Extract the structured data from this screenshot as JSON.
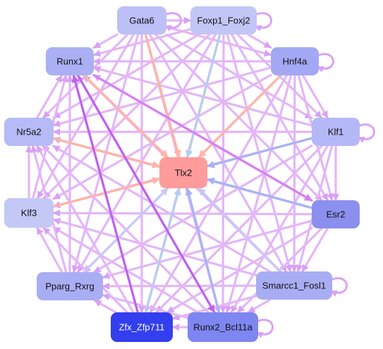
{
  "diagram": {
    "type": "gene-regulatory-network",
    "center": "Tlx2",
    "nodes": [
      {
        "id": "Tlx2",
        "label": "Tlx2",
        "color": "#ff9b9b",
        "ring": false
      },
      {
        "id": "Gata6",
        "label": "Gata6",
        "color": "#bcc0f6",
        "ring": true
      },
      {
        "id": "Foxp1_Foxj2",
        "label": "Foxp1_Foxj2",
        "color": "#c2c6f6",
        "ring": true
      },
      {
        "id": "Hnf4a",
        "label": "Hnf4a",
        "color": "#a3a8f4",
        "ring": true
      },
      {
        "id": "Klf1",
        "label": "Klf1",
        "color": "#b4b8f6",
        "ring": true
      },
      {
        "id": "Esr2",
        "label": "Esr2",
        "color": "#8b90ee",
        "ring": true
      },
      {
        "id": "Smarcc1_Fosl1",
        "label": "Smarcc1_Fosl1",
        "color": "#a8adf3",
        "ring": true
      },
      {
        "id": "Runx2_Bcl11a",
        "label": "Runx2_Bcl11a",
        "color": "#7e86f2",
        "ring": true
      },
      {
        "id": "Zfx_Zfp711",
        "label": "Zfx_Zfp711",
        "color": "#333fee",
        "ring": true
      },
      {
        "id": "Pparg_Rxrg",
        "label": "Pparg_Rxrg",
        "color": "#a9adf3",
        "ring": true
      },
      {
        "id": "Klf3",
        "label": "Klf3",
        "color": "#c4c8f6",
        "ring": true
      },
      {
        "id": "Nr5a2",
        "label": "Nr5a2",
        "color": "#b6baf6",
        "ring": true
      },
      {
        "id": "Runx1",
        "label": "Runx1",
        "color": "#aab0f3",
        "ring": true
      }
    ],
    "highlight_edges": [
      {
        "from": "Runx1",
        "to": "Tlx2",
        "color": "#ffb4a4"
      },
      {
        "from": "Nr5a2",
        "to": "Tlx2",
        "color": "#ffb4a4"
      },
      {
        "from": "Klf3",
        "to": "Tlx2",
        "color": "#ffb4a4"
      },
      {
        "from": "Hnf4a",
        "to": "Tlx2",
        "color": "#ffb4a4"
      },
      {
        "from": "Foxp1_Foxj2",
        "to": "Tlx2",
        "color": "#b6cdf0"
      },
      {
        "from": "Gata6",
        "to": "Tlx2",
        "color": "#ffb4a4"
      },
      {
        "from": "Esr2",
        "to": "Tlx2",
        "color": "#a8b4f2"
      },
      {
        "from": "Klf1",
        "to": "Tlx2",
        "color": "#a8b4f2"
      },
      {
        "from": "Smarcc1_Fosl1",
        "to": "Tlx2",
        "color": "#c8c8f8"
      },
      {
        "from": "Runx2_Bcl11a",
        "to": "Tlx2",
        "color": "#a8b4f2"
      },
      {
        "from": "Zfx_Zfp711",
        "to": "Tlx2",
        "color": "#b6cdf0"
      },
      {
        "from": "Pparg_Rxrg",
        "to": "Tlx2",
        "color": "#c8c8f8"
      },
      {
        "from": "Runx1",
        "to": "Runx2_Bcl11a",
        "color": "#c060f0"
      },
      {
        "from": "Zfx_Zfp711",
        "to": "Runx1",
        "color": "#c060f0"
      },
      {
        "from": "Runx1",
        "to": "Esr2",
        "color": "#d680f2"
      }
    ],
    "colors": {
      "edge_default": "#e3b6f7",
      "edge_arrow": "#d9a0f5",
      "self_loop": "#dca2f6"
    }
  }
}
